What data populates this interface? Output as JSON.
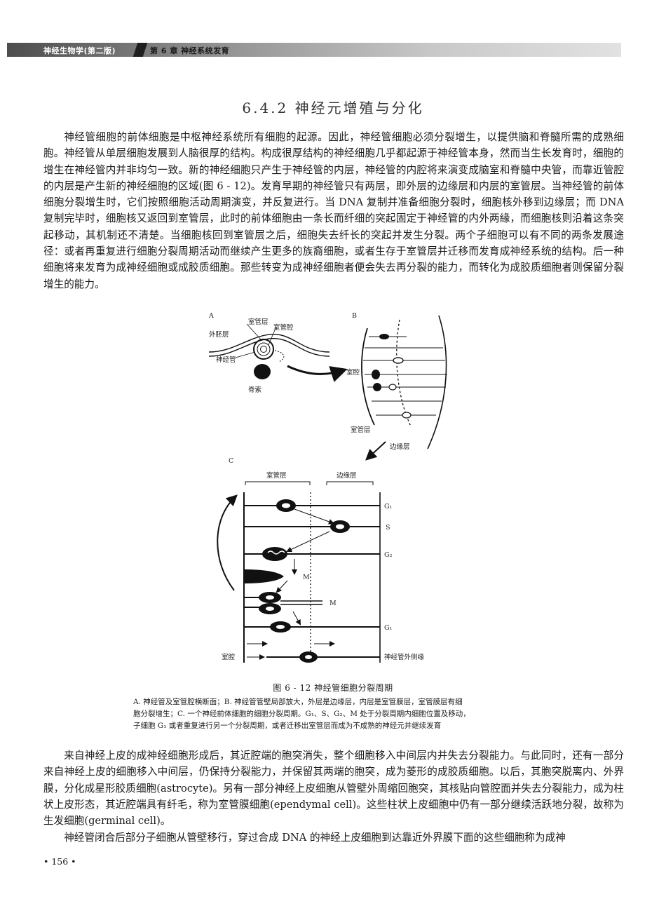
{
  "header": {
    "book_title": "神经生物学(第二版)",
    "chapter": "第 6 章  神经系统发育"
  },
  "section_title": "6.4.2  神经元增殖与分化",
  "paragraphs": {
    "p1": "神经管细胞的前体细胞是中枢神经系统所有细胞的起源。因此，神经管细胞必须分裂增生，以提供脑和脊髓所需的成熟细胞。神经管从单层细胞发展到人脑很厚的结构。构成很厚结构的神经细胞几乎都起源于神经管本身，然而当生长发育时，细胞的增生在神经管内并非均匀一致。新的神经细胞只产生于神经管的内层，神经管的内腔将来演变成脑室和脊髓中央管，而靠近管腔的内层是产生新的神经细胞的区域(图 6 - 12)。发育早期的神经管只有两层，即外层的边缘层和内层的室管层。当神经管的前体细胞分裂增生时，它们按照细胞活动周期演变，并反复进行。当 DNA 复制并准备细胞分裂时，细胞核外移到边缘层；而 DNA 复制完毕时，细胞核又返回到室管层，此时的前体细胞由一条长而纤细的突起固定于神经管的内外两緣，而细胞核则沿着这条突起移动，其机制还不清楚。当细胞核回到室管层之后，细胞失去纤长的突起并发生分裂。两个子细胞可以有不同的两条发展途径：或者再重复进行细胞分裂周期活动而继续产生更多的族裔细胞，或者生存于室管层并迁移而发育成神经系统的结构。后一种细胞将来发育为成神经细胞或成胶质细胞。那些转变为成神经细胞者便会失去再分裂的能力，而转化为成胶质细胞者则保留分裂增生的能力。",
    "p2": "来自神经上皮的成神经细胞形成后，其近腔端的胞突消失，整个细胞移入中间层内并失去分裂能力。与此同时，还有一部分来自神经上皮的细胞移入中间层，仍保持分裂能力，并保留其两端的胞突，成为菱形的成胶质细胞。以后，其胞突脱离内、外界膜，分化成星形胶质细胞(astrocyte)。另有一部分神经上皮细胞从管壁外周缩回胞突，其核贴向管腔面并失去分裂能力，成为柱状上皮形态，其近腔端具有纤毛，称为室管膜细胞(ependymal cell)。这些柱状上皮细胞中仍有一部分继续活跃地分裂，故称为生发细胞(germinal cell)。",
    "p3": "神经管闭合后部分子细胞从管壁移行，穿过合成 DNA 的神经上皮细胞到达靠近外界膜下面的这些细胞称为成神"
  },
  "figure": {
    "panel_a": {
      "letter": "A",
      "labels": {
        "ventricular_layer": "室管层",
        "lumen": "室管腔",
        "ectoderm": "外胚层",
        "neural_tube": "神经管",
        "notochord": "脊索"
      }
    },
    "panel_b": {
      "letter": "B",
      "labels": {
        "ventricle": "室腔",
        "ventricular_layer": "室管层",
        "marginal_layer": "边缘层"
      }
    },
    "panel_c": {
      "letter": "C",
      "labels": {
        "ventricular_layer": "室管层",
        "marginal_layer": "边缘层",
        "ventricle": "室腔",
        "outer_edge": "神经管外侧缘"
      },
      "phases": [
        "G₁",
        "S",
        "G₂",
        "M",
        "M",
        "G₁"
      ]
    },
    "caption": "图 6 - 12   神经管细胞分裂周期",
    "notes": [
      "A. 神经管及室管腔横断面；B. 神经管管壁局部放大，外层是边缘层，内层是室管膜层，室管膜层有细",
      "胞分裂增生；C. 一个神经前体细胞的细胞分裂周期。G₁、S、G₂、M 处于分裂周期内细胞位置及移动，",
      "子细胞 G₁ 或者重复进行另一个分裂周期，或者迁移出室管层而成为不成熟的神经元并继续发育"
    ]
  },
  "page_number": "• 156 •"
}
